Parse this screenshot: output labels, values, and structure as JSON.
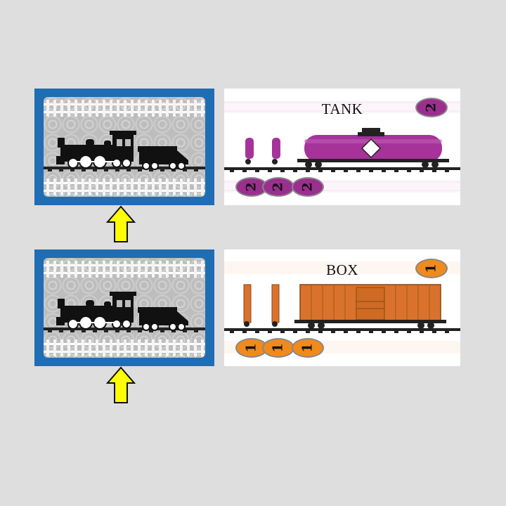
{
  "rows": [
    {
      "car": {
        "type_label": "TANK",
        "cost": "2",
        "color": "#a5339a",
        "badge_color": "#9b2f8f"
      }
    },
    {
      "car": {
        "type_label": "BOX",
        "cost": "1",
        "color": "#d9722c",
        "badge_color": "#f08a1c"
      }
    }
  ],
  "colors": {
    "card_border": "#1f6db3",
    "arrow_fill": "#ffff00",
    "rail": "#222222"
  },
  "icons": {
    "locomotive": "steam-locomotive-icon",
    "arrow": "up-arrow-icon",
    "tank": "tank-car-icon",
    "box": "boxcar-icon"
  }
}
